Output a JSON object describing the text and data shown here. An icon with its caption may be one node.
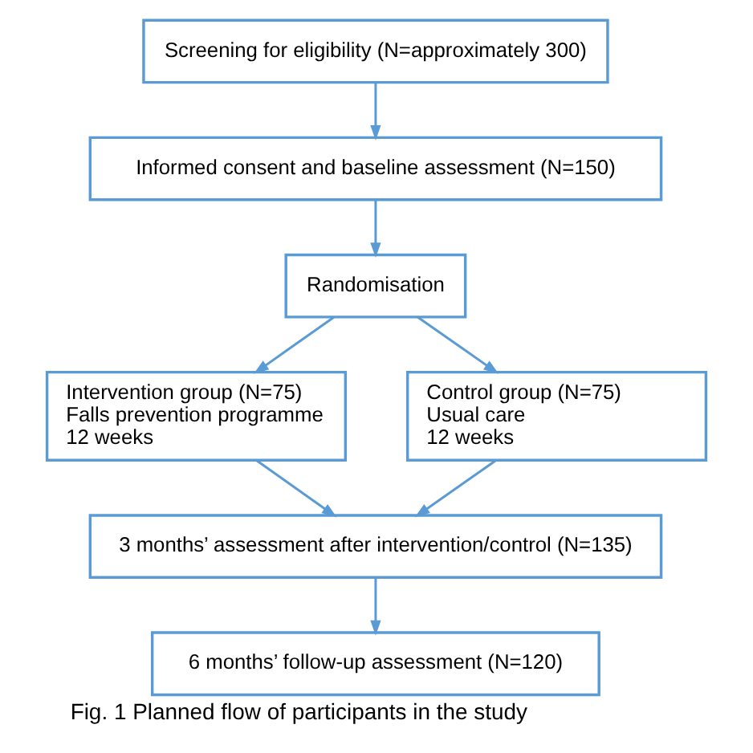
{
  "diagram": {
    "caption": "Fig. 1 Planned flow of participants in the study",
    "nodes": [
      {
        "text": [
          "Screening for eligibility (N=approximately 300)"
        ]
      },
      {
        "text": [
          "Informed consent and baseline assessment (N=150)"
        ]
      },
      {
        "text": [
          "Randomisation"
        ]
      },
      {
        "text": [
          "Intervention group (N=75)",
          "Falls prevention programme",
          "12 weeks"
        ]
      },
      {
        "text": [
          "Control group (N=75)",
          "Usual care",
          "12 weeks"
        ]
      },
      {
        "text": [
          "3 months’ assessment after intervention/control (N=135)"
        ]
      },
      {
        "text": [
          "6 months’ follow-up assessment (N=120)"
        ]
      }
    ],
    "edges": [
      {
        "from": 0,
        "to": 1,
        "arrow": "to"
      },
      {
        "from": 1,
        "to": 2,
        "arrow": "to"
      },
      {
        "from": 2,
        "to": 3,
        "arrow": "to"
      },
      {
        "from": 2,
        "to": 4,
        "arrow": "to"
      },
      {
        "from": 3,
        "to": 5,
        "arrow": "to"
      },
      {
        "from": 4,
        "to": 5,
        "arrow": "to"
      },
      {
        "from": 5,
        "to": 6,
        "arrow": "to"
      }
    ]
  }
}
